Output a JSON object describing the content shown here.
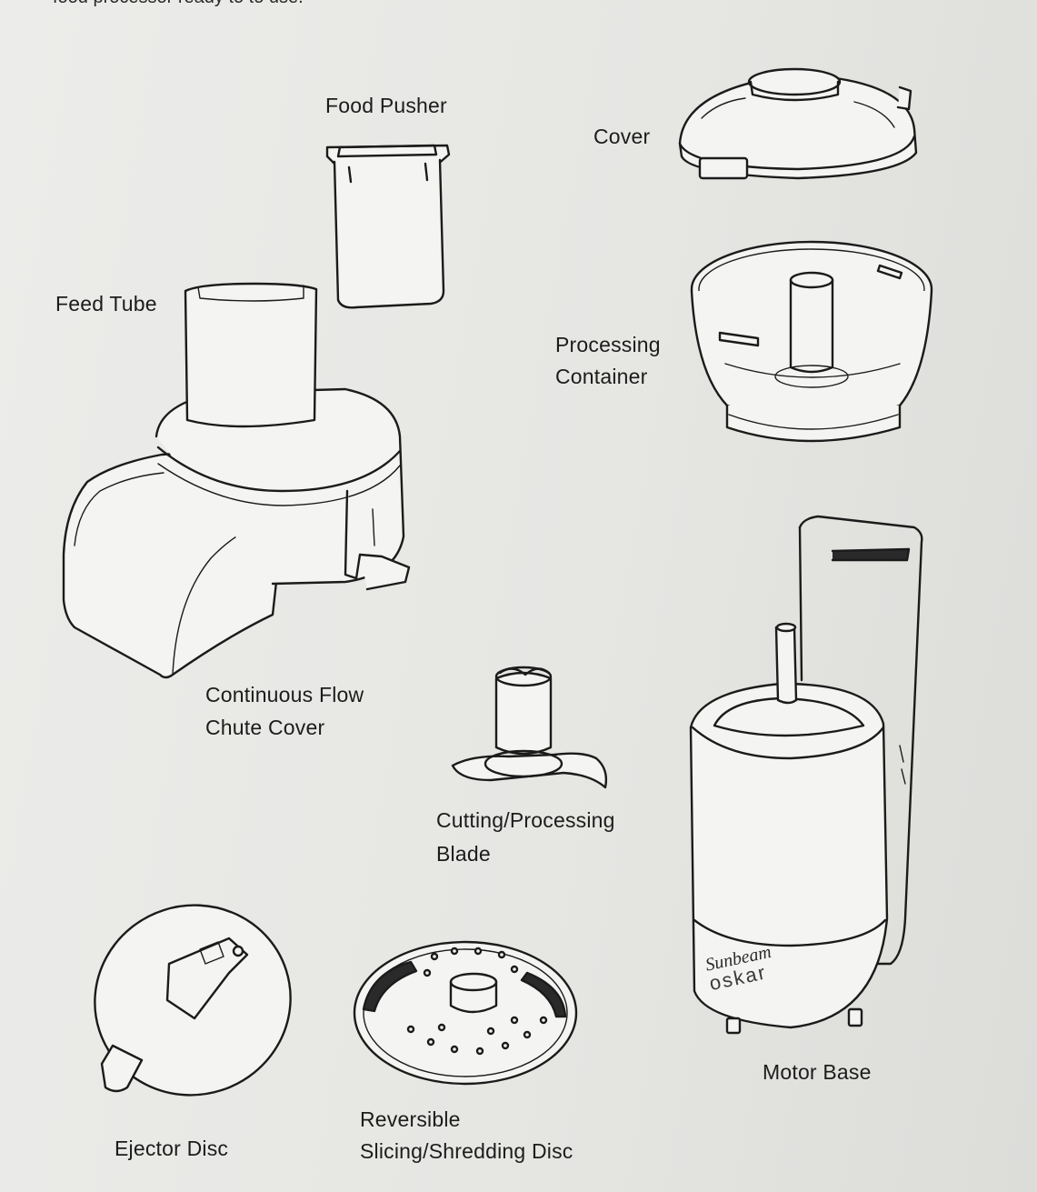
{
  "page": {
    "top_snippet": "food processor ready to to use."
  },
  "labels": {
    "food_pusher": "Food Pusher",
    "cover": "Cover",
    "feed_tube": "Feed Tube",
    "processing_container_line1": "Processing",
    "processing_container_line2": "Container",
    "continuous_flow_line1": "Continuous Flow",
    "continuous_flow_line2": "Chute Cover",
    "cutting_blade_line1": "Cutting/Processing",
    "cutting_blade_line2": "Blade",
    "ejector_disc": "Ejector Disc",
    "reversible_disc_line1": "Reversible",
    "reversible_disc_line2": "Slicing/Shredding Disc",
    "motor_base": "Motor Base"
  },
  "brand": {
    "line1": "Sunbeam",
    "line2": "oskar"
  },
  "colors": {
    "paper": "#ececea",
    "ink": "#1b1b1b"
  }
}
